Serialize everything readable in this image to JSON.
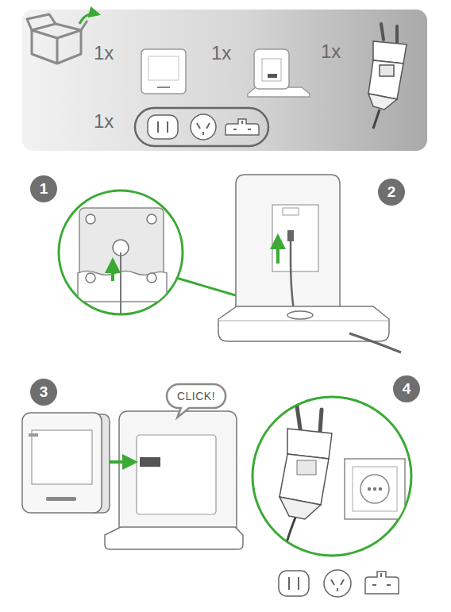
{
  "diagram": {
    "nodes": [
      {
        "text": [
          "1"
        ]
      },
      {
        "text": [
          "2"
        ]
      },
      {
        "text": [
          "CLICK!"
        ]
      },
      {
        "text": [
          "3"
        ]
      },
      {
        "text": [
          "4"
        ]
      }
    ],
    "labels": [
      "1x",
      "1x",
      "1x",
      "1x"
    ]
  }
}
